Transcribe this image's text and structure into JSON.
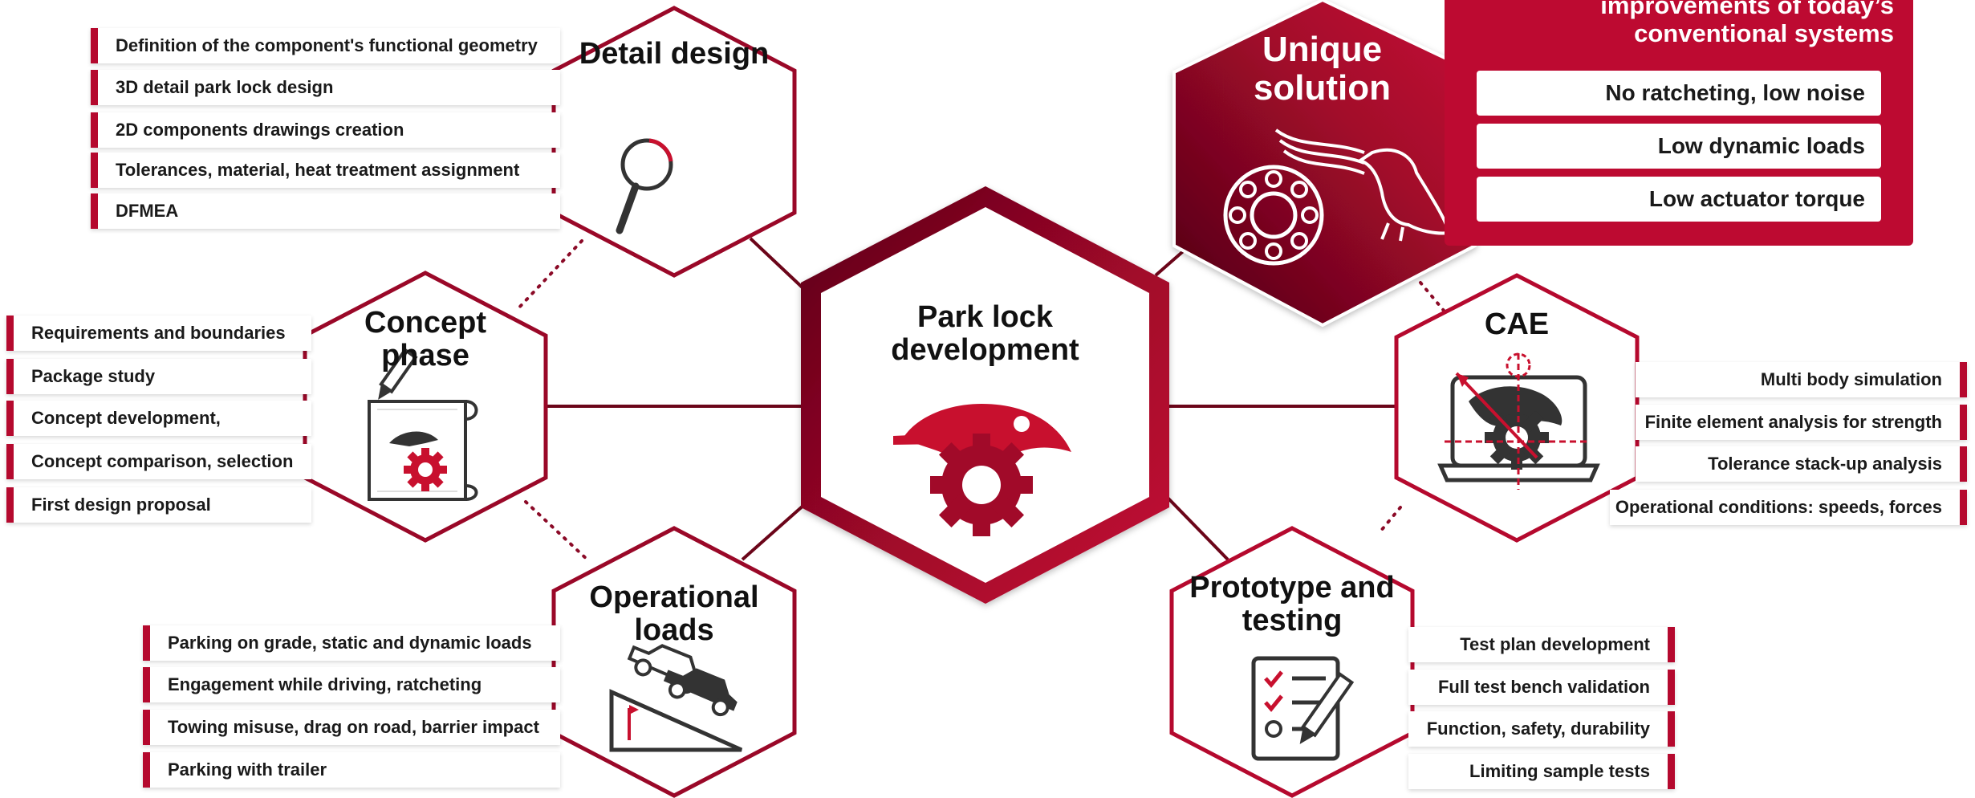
{
  "center": {
    "title": "Park lock development"
  },
  "detail_design": {
    "title": "Detail design",
    "items": [
      "Definition of the component's functional geometry",
      "3D detail park lock design",
      "2D components drawings creation",
      "Tolerances, material, heat treatment assignment",
      "DFMEA"
    ]
  },
  "concept_phase": {
    "title": "Concept phase",
    "items": [
      "Requirements and boundaries",
      "Package study",
      "Concept development,",
      "Concept comparison, selection",
      "First design proposal"
    ]
  },
  "operational_loads": {
    "title": "Operational loads",
    "items": [
      "Parking on grade, static and dynamic loads",
      "Engagement while driving, ratcheting",
      "Towing misuse, drag on road, barrier impact",
      "Parking with trailer"
    ]
  },
  "unique_solution": {
    "title": "Unique solution",
    "panel_heading": "improvements of today’s conventional systems",
    "items": [
      "No ratcheting, low noise",
      "Low dynamic loads",
      "Low actuator torque"
    ]
  },
  "cae": {
    "title": "CAE",
    "items": [
      "Multi body simulation",
      "Finite element analysis for strength",
      "Tolerance stack-up analysis",
      "Operational conditions: speeds, forces"
    ]
  },
  "prototype_testing": {
    "title": "Prototype and testing",
    "items": [
      "Test plan development",
      "Full test bench validation",
      "Function, safety, durability",
      "Limiting sample tests"
    ]
  },
  "colors": {
    "accent": "#b5092e",
    "dark": "#5c0418",
    "text": "#111111"
  },
  "icons": [
    "magnifier-icon",
    "blueprint-pencil-icon",
    "cars-on-slope-icon",
    "bearing-and-bird-icon",
    "laptop-simulation-icon",
    "checklist-pencil-icon",
    "park-lock-gear-icon"
  ]
}
